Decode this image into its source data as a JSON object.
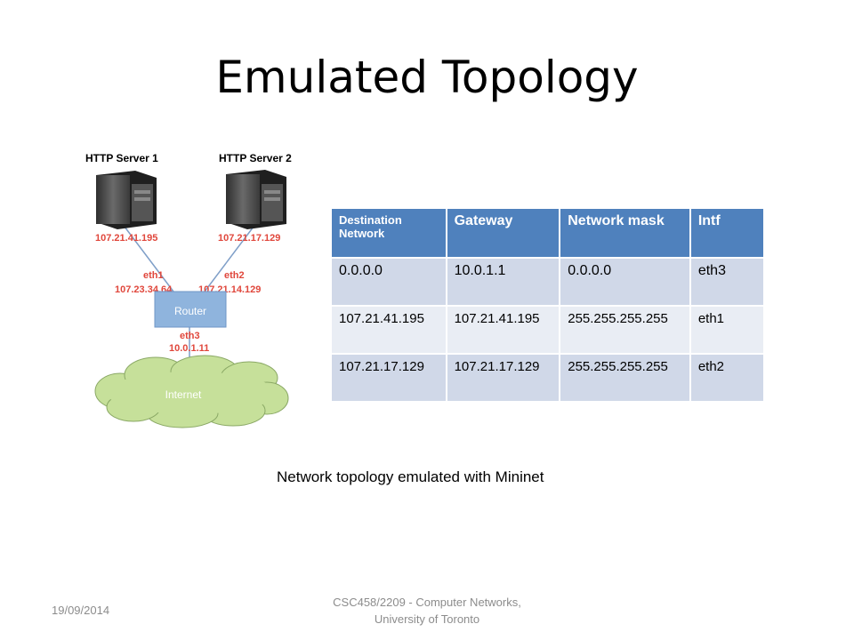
{
  "slide": {
    "title": "Emulated Topology",
    "caption": "Network topology emulated with Mininet",
    "footer_date": "19/09/2014",
    "footer_line1": "CSC458/2209 - Computer Networks,",
    "footer_line2": "University of Toronto"
  },
  "diagram": {
    "server1": {
      "label": "HTTP Server 1",
      "ip": "107.21.41.195"
    },
    "server2": {
      "label": "HTTP Server 2",
      "ip": "107.21.17.129"
    },
    "eth1": {
      "name": "eth1",
      "ip": "107.23.34.64"
    },
    "eth2": {
      "name": "eth2",
      "ip": "107.21.14.129"
    },
    "eth3": {
      "name": "eth3",
      "ip": "10.0.1.11"
    },
    "router_label": "Router",
    "cloud_label": "Internet",
    "colors": {
      "ip_text": "#e0473c",
      "router_fill": "#8fb4dd",
      "cloud_fill": "#c6e09a",
      "link": "#7f9fc8"
    }
  },
  "table": {
    "headers": [
      "Destination Network",
      "Gateway",
      "Network mask",
      "Intf"
    ],
    "rows": [
      [
        "0.0.0.0",
        "10.0.1.1",
        "0.0.0.0",
        "eth3"
      ],
      [
        "107.21.41.195",
        "107.21.41.195",
        "255.255.255.255",
        "eth1"
      ],
      [
        "107.21.17.129",
        "107.21.17.129",
        "255.255.255.255",
        "eth2"
      ]
    ],
    "colors": {
      "header": "#4f81bd",
      "row_odd": "#d0d8e8",
      "row_even": "#e9edf4"
    }
  }
}
